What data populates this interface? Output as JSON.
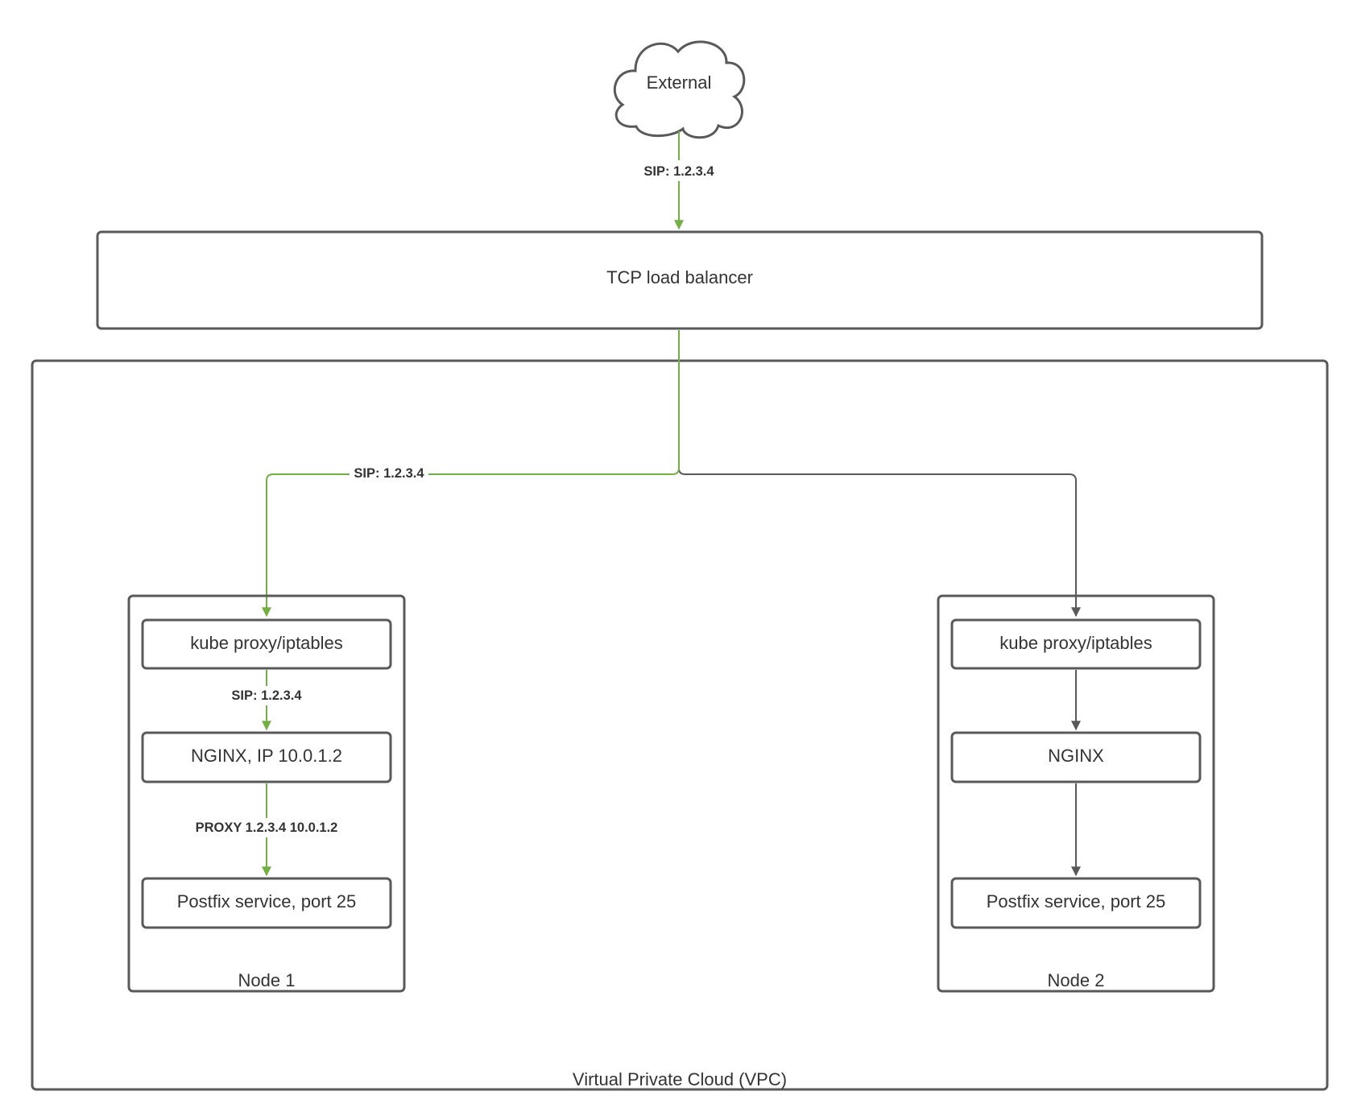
{
  "colors": {
    "active_path": "#72b043",
    "inactive_path": "#595959",
    "outline": "#595959",
    "text": "#333333"
  },
  "external": {
    "label": "External"
  },
  "edges": {
    "external_to_lb": "SIP: 1.2.3.4",
    "lb_to_node1": "SIP: 1.2.3.4",
    "node1_proxy_to_nginx": "SIP: 1.2.3.4",
    "node1_nginx_to_postfix": "PROXY 1.2.3.4 10.0.1.2"
  },
  "load_balancer": {
    "label": "TCP load balancer"
  },
  "vpc": {
    "label": "Virtual Private Cloud (VPC)"
  },
  "node1": {
    "label": "Node 1",
    "proxy": "kube proxy/iptables",
    "nginx": "NGINX, IP 10.0.1.2",
    "postfix": "Postfix service, port 25"
  },
  "node2": {
    "label": "Node 2",
    "proxy": "kube proxy/iptables",
    "nginx": "NGINX",
    "postfix": "Postfix service, port 25"
  }
}
